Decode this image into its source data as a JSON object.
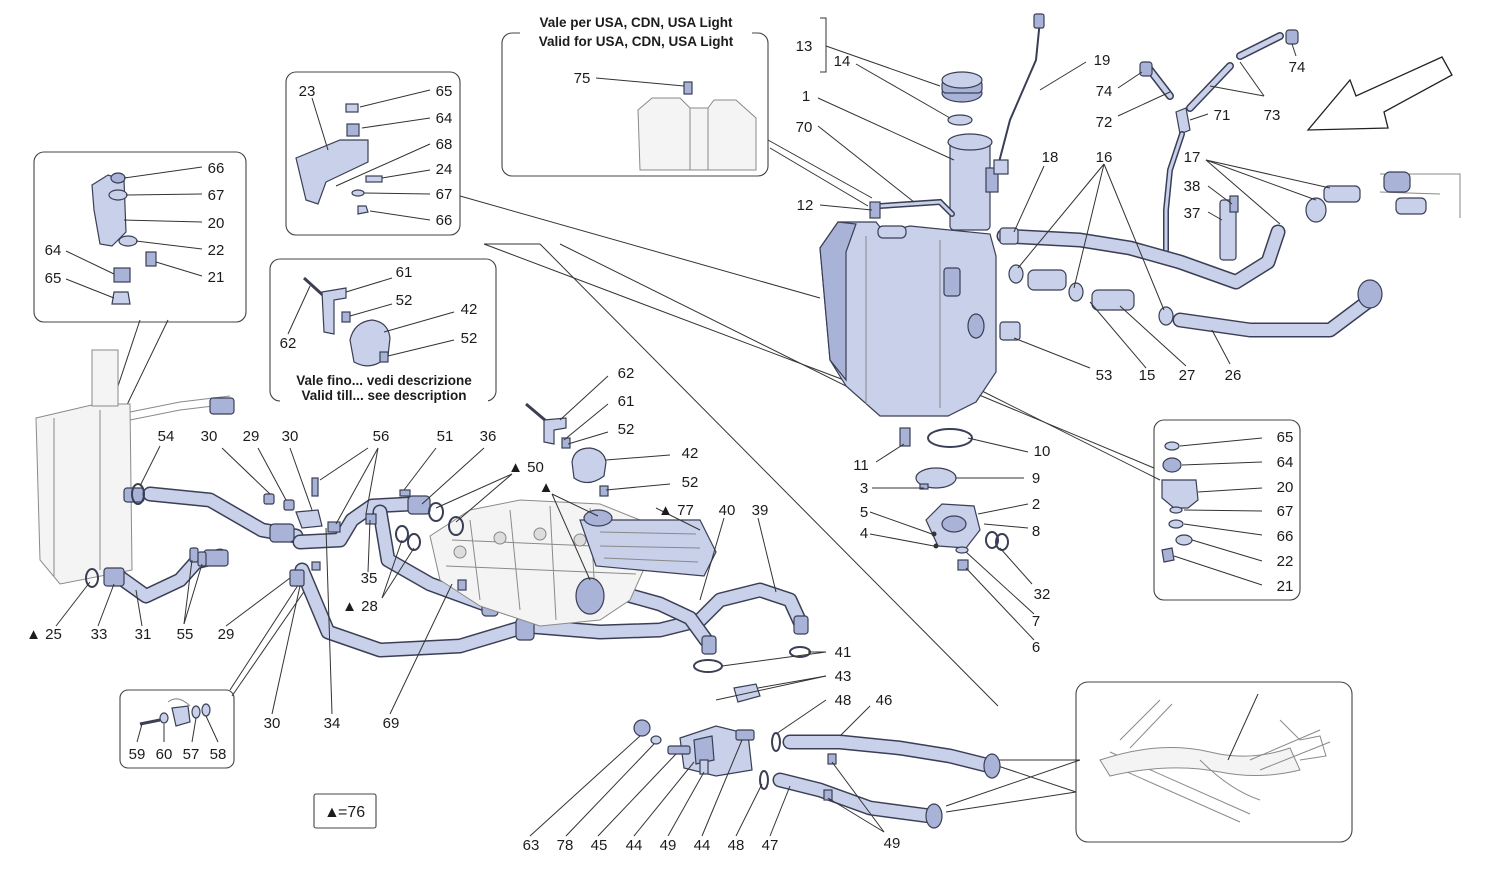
{
  "notes": {
    "usa_it": "Vale per USA, CDN, USA Light",
    "usa_en": "Valid for USA, CDN, USA Light",
    "till_it": "Vale fino... vedi descrizione",
    "till_en": "Valid till... see description"
  },
  "legend": {
    "symbol": "▲",
    "text": "=76"
  },
  "callouts": {
    "c13": "13",
    "c14": "14",
    "c19": "19",
    "c74a": "74",
    "c74b": "74",
    "c72": "72",
    "c71": "71",
    "c73": "73",
    "c1": "1",
    "c70": "70",
    "c12": "12",
    "c18": "18",
    "c16": "16",
    "c17": "17",
    "c38": "38",
    "c37": "37",
    "c53": "53",
    "c15": "15",
    "c27": "27",
    "c26": "26",
    "c11": "11",
    "c10": "10",
    "c9": "9",
    "c3": "3",
    "c2": "2",
    "c5": "5",
    "c8": "8",
    "c4": "4",
    "c32": "32",
    "c7": "7",
    "c6": "6",
    "c75": "75",
    "c23": "23",
    "c65a": "65",
    "c64a": "64",
    "c68": "68",
    "c24": "24",
    "c67a": "67",
    "c66a": "66",
    "c66b": "66",
    "c67b": "67",
    "c20a": "20",
    "c22a": "22",
    "c64b": "64",
    "c21a": "21",
    "c65b": "65",
    "c61a": "61",
    "c52a": "52",
    "c42a": "42",
    "c62a": "62",
    "c52b": "52",
    "c62b": "62",
    "c61b": "61",
    "c52c": "52",
    "c42b": "42",
    "c52d": "52",
    "c50": "▲ 50",
    "c77": "▲ 77",
    "c76tri": "▲",
    "c40": "40",
    "c39": "39",
    "c54": "54",
    "c30a": "30",
    "c29a": "29",
    "c30b": "30",
    "c56": "56",
    "c51": "51",
    "c36": "36",
    "c35": "35",
    "c28": "▲ 28",
    "c25": "▲ 25",
    "c33": "33",
    "c31": "31",
    "c55": "55",
    "c29b": "29",
    "c30c": "30",
    "c34": "34",
    "c69": "69",
    "c59": "59",
    "c60": "60",
    "c57": "57",
    "c58": "58",
    "c41": "41",
    "c43": "43",
    "c48a": "48",
    "c46": "46",
    "c63": "63",
    "c78": "78",
    "c45": "45",
    "c44a": "44",
    "c49a": "49",
    "c44b": "44",
    "c48b": "48",
    "c47": "47",
    "c49b": "49",
    "c65c": "65",
    "c64c": "64",
    "c20b": "20",
    "c67c": "67",
    "c66c": "66",
    "c22b": "22",
    "c21b": "21"
  }
}
